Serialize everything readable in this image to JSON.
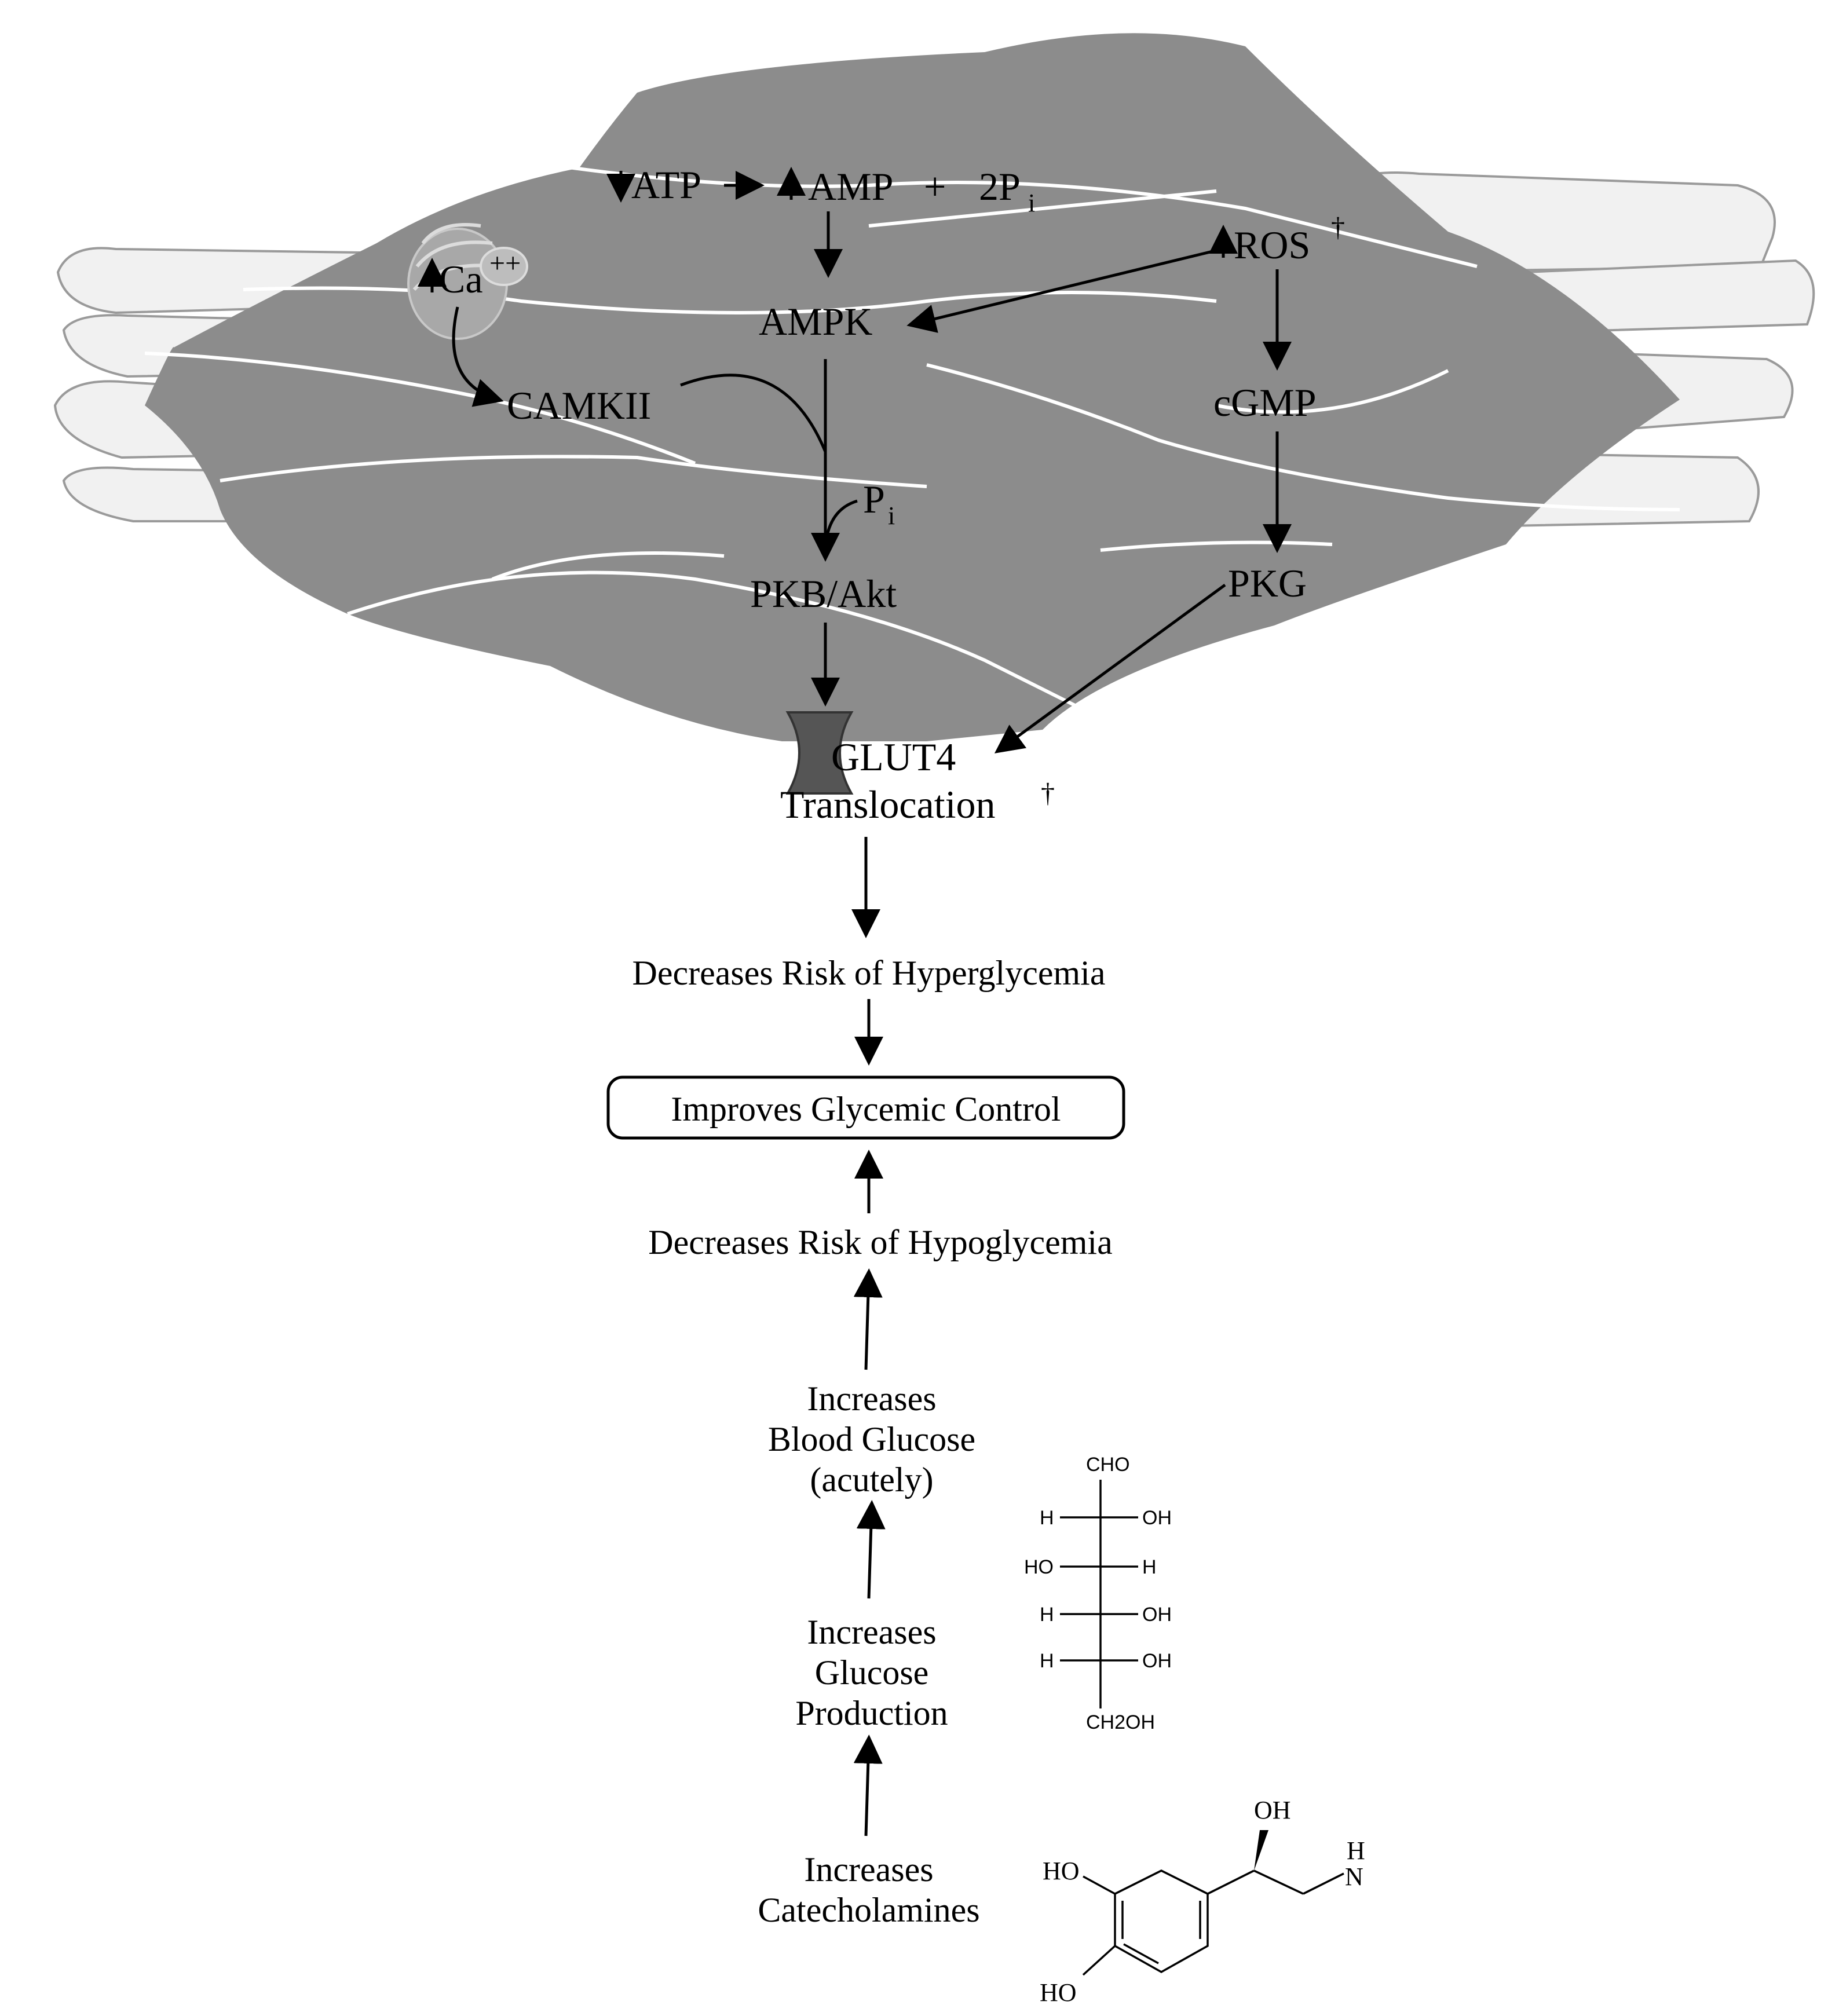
{
  "diagram": {
    "cell": {
      "atp": "ATP",
      "amp": "AMP",
      "plus": "+",
      "two_pi": "2P",
      "sub_i": "i",
      "ampk": "AMPK",
      "ros": "ROS",
      "dagger": "†",
      "ca": "Ca",
      "ca_charge": "++",
      "camkii": "CAMKII",
      "cgmp": "cGMP",
      "pi": "P",
      "pkb": "PKB/Akt",
      "pkg": "PKG",
      "glut4": "GLUT4",
      "translocation": "Translocation"
    },
    "flow": {
      "hyper": "Decreases Risk of Hyperglycemia",
      "improves": "Improves Glycemic Control",
      "hypo": "Decreases Risk of Hypoglycemia",
      "blood_glucose": [
        "Increases",
        "Blood Glucose",
        "(acutely)"
      ],
      "glucose_production": [
        "Increases",
        "Glucose",
        "Production"
      ],
      "catecholamines": [
        "Increases",
        "Catecholamines"
      ]
    },
    "glucose_structure": {
      "top": "CHO",
      "rows": [
        {
          "left": "H",
          "right": "OH"
        },
        {
          "left": "HO",
          "right": "H"
        },
        {
          "left": "H",
          "right": "OH"
        },
        {
          "left": "H",
          "right": "OH"
        }
      ],
      "bottom": "CH2OH"
    },
    "epinephrine_structure": {
      "oh_top": "OH",
      "ho_upper": "HO",
      "ho_lower": "HO",
      "h": "H",
      "n": "N"
    }
  }
}
